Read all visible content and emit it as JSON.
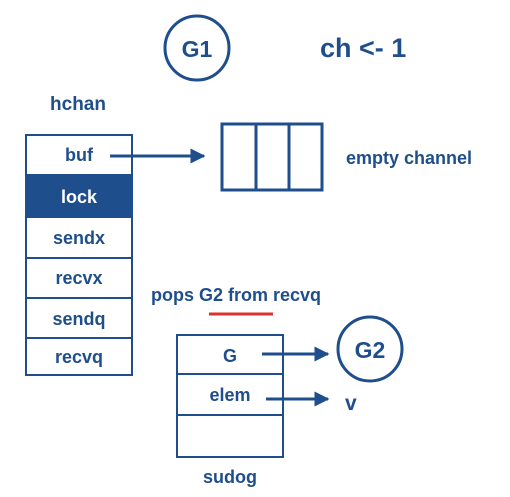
{
  "goroutine_top": "G1",
  "operation": "ch <- 1",
  "hchan": {
    "title": "hchan",
    "fields": [
      "buf",
      "lock",
      "sendx",
      "recvx",
      "sendq",
      "recvq"
    ]
  },
  "buffer_label": "empty channel",
  "caption": "pops G2 from recvq",
  "sudog": {
    "title": "sudog",
    "fields": [
      "G",
      "elem"
    ]
  },
  "goroutine_right": "G2",
  "value_label": "v",
  "colors": {
    "primary": "#1f4e8c",
    "underline": "#d9342b",
    "background": "#ffffff"
  }
}
